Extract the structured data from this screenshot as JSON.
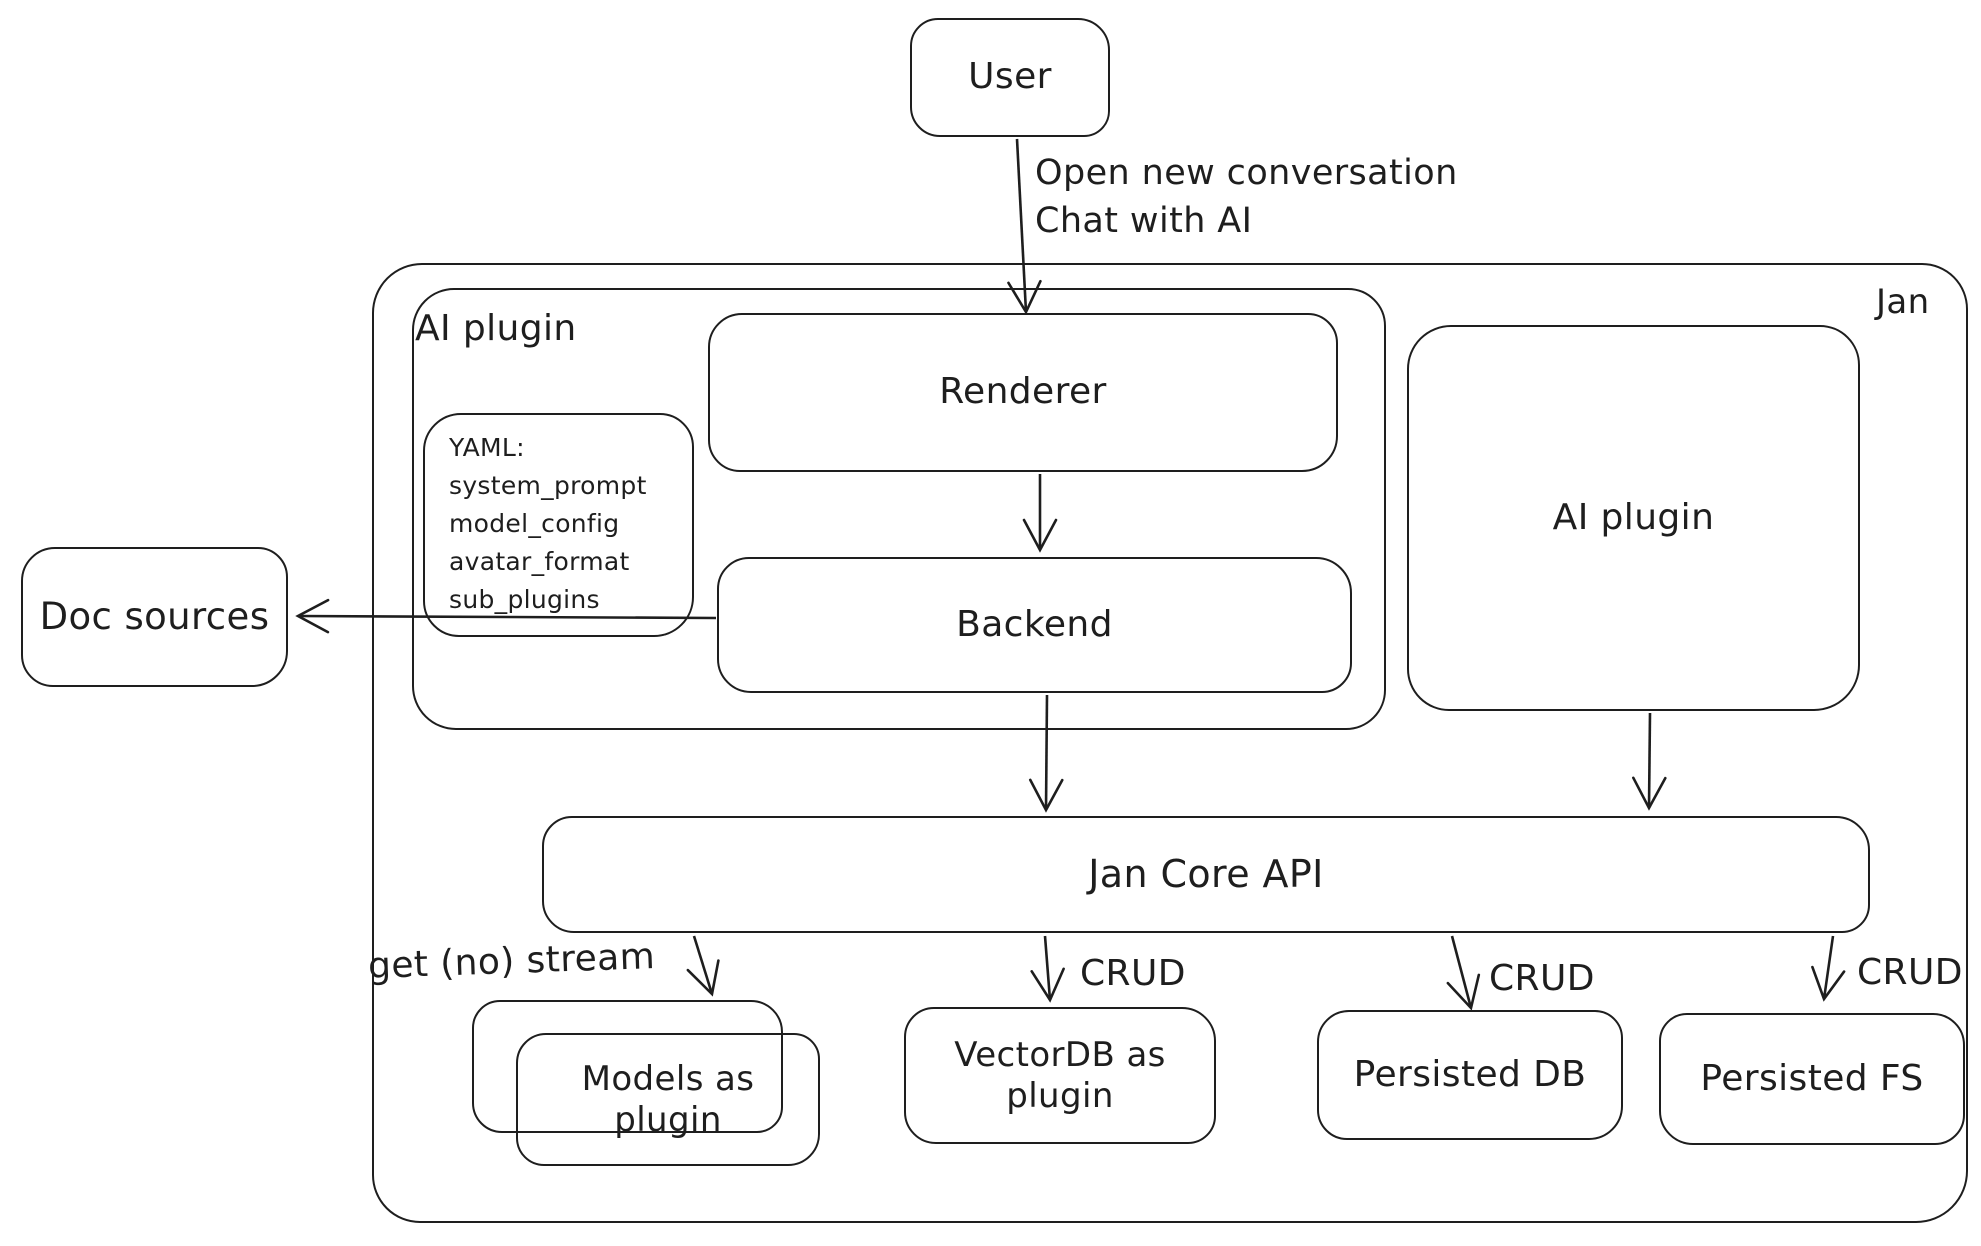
{
  "canvas": {
    "background": "#ffffff",
    "stroke_color": "#1e1e1e"
  },
  "nodes": {
    "user": "User",
    "jan_label": "Jan",
    "ai_plugin_left": "AI plugin",
    "yaml_lines": [
      "YAML:",
      "system_prompt",
      "model_config",
      "avatar_format",
      "sub_plugins"
    ],
    "renderer": "Renderer",
    "backend": "Backend",
    "ai_plugin_right": "AI plugin",
    "doc_sources": "Doc sources",
    "jan_core_api": "Jan Core API",
    "models_plugin": "Models as plugin",
    "vectordb_plugin": "VectorDB as plugin",
    "persisted_db": "Persisted DB",
    "persisted_fs": "Persisted FS"
  },
  "edges": {
    "user_to_renderer_line1": "Open new conversation",
    "user_to_renderer_line2": "Chat with AI",
    "core_to_models": "get (no) stream",
    "core_to_vectordb": "CRUD",
    "core_to_persisted_db": "CRUD",
    "core_to_persisted_fs": "CRUD"
  }
}
